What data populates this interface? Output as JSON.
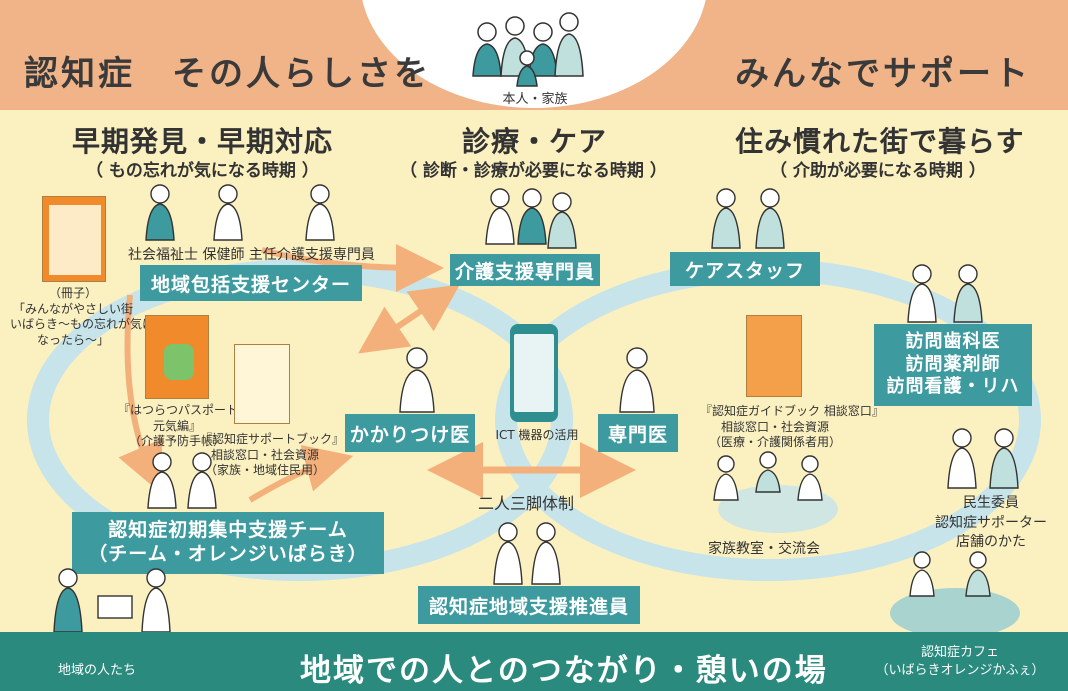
{
  "header": {
    "left_title": "認知症　その人らしさを",
    "right_title": "みんなでサポート",
    "center_label": "本人・家族"
  },
  "phases": [
    {
      "title": "早期発見・早期対応",
      "subtitle": "（ もの忘れが気になる時期 ）"
    },
    {
      "title": "診療・ケア",
      "subtitle": "（ 診断・診療が必要になる時期 ）"
    },
    {
      "title": "住み慣れた街で暮らす",
      "subtitle": "（ 介助が必要になる時期 ）"
    }
  ],
  "boxes": {
    "chiiki_center": "地域包括支援センター",
    "kaigo_shien": "介護支援専門員",
    "care_staff": "ケアスタッフ",
    "kakaritsuke": "かかりつけ医",
    "senmoni": "専門医",
    "houmon": [
      "訪問歯科医",
      "訪問薬剤師",
      "訪問看護・リハ"
    ],
    "shuchu_team": [
      "認知症初期集中支援チーム",
      "（チーム・オレンジいばらき）"
    ],
    "suishin": "認知症地域支援推進員"
  },
  "labels": {
    "staff_row": "社会福祉士  保健師  主任介護支援専門員",
    "ict": "ICT 機器の活用",
    "ninin": "二人三脚体制",
    "kazoku_kyoshitsu": "家族教室・交流会",
    "minsei": [
      "民生委員",
      "認知症サポーター",
      "店舗のかた"
    ]
  },
  "booklets": {
    "booklet1": [
      "（冊子）",
      "「みんながやさしい街",
      "いばらき～もの忘れが気に",
      "なったら～」"
    ],
    "passport": [
      "『はつらつパスポート",
      "元気編』",
      "（介護予防手帳）"
    ],
    "support_book": [
      "『認知症サポートブック』",
      "相談窓口・社会資源",
      "（家族・地域住民用）"
    ],
    "guidebook": [
      "『認知症ガイドブック 相談窓口』",
      "相談窓口・社会資源",
      "（医療・介護関係者用）"
    ]
  },
  "footer": {
    "main": "地域での人とのつながり・憩いの場",
    "left": "地域の人たち",
    "cafe": [
      "認知症カフェ",
      "（いばらきオレンジかふぇ）"
    ]
  },
  "colors": {
    "header_band": "#f0b488",
    "background": "#fbf0c0",
    "teal_box": "#3d9ba0",
    "loop": "#c6e4ea",
    "arrow": "#f4b07a",
    "footer": "#2a8a7e"
  }
}
